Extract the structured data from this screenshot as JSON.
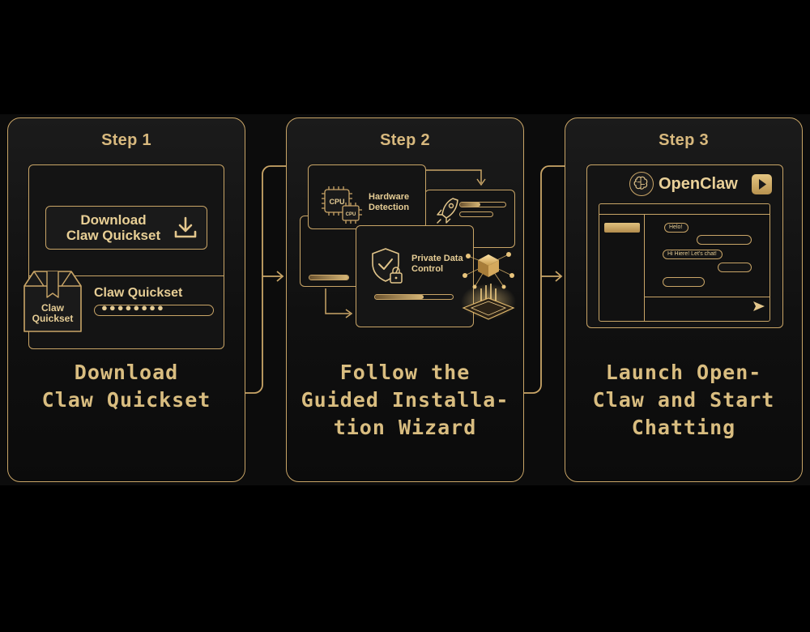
{
  "steps": [
    {
      "title": "Step 1",
      "caption": [
        "Download",
        "Claw Quickset"
      ],
      "download_button": [
        "Download",
        "Claw Quickset"
      ],
      "box_label": [
        "Claw",
        "Quickset"
      ],
      "product_name": "Claw Quickset",
      "password_mask": "●●●●●●●●"
    },
    {
      "title": "Step 2",
      "caption": [
        "Follow the",
        "Guided Installa-",
        "tion Wizard"
      ],
      "cpu_label": "CPU",
      "cpu_small_label": "CPU",
      "hardware_label": [
        "Hardware",
        "Detection"
      ],
      "privacy_label": [
        "Private Data",
        "Control"
      ]
    },
    {
      "title": "Step 3",
      "caption": [
        "Launch Open-",
        "Claw and Start",
        "Chatting"
      ],
      "app_name": "OpenClaw",
      "messages": [
        "Helo!",
        "Hi Hiere! Let's chat!"
      ]
    }
  ],
  "colors": {
    "gold": "#c9a567",
    "text_gold": "#d9bd80",
    "background": "#000000",
    "card": "#151515"
  }
}
